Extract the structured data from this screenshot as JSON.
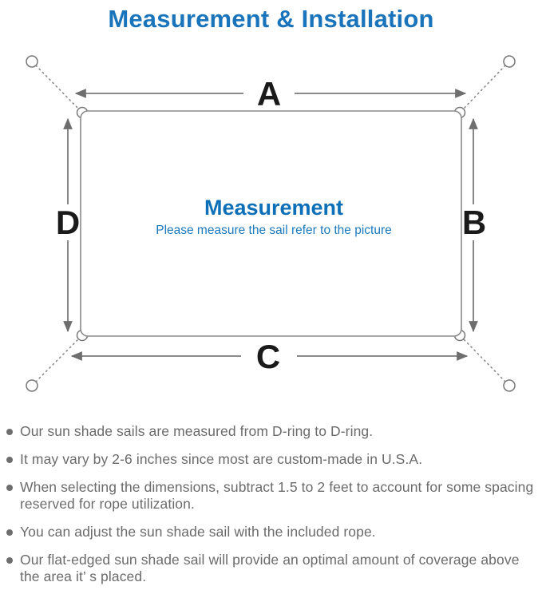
{
  "page_title": "Measurement & Installation",
  "colors": {
    "title_blue": "#1a74bb",
    "center_heading_blue": "#0d6fb7",
    "center_subheading_blue": "#1b79bd",
    "diagram_line_gray": "#7a7a7a",
    "dim_label_black": "#1a1a1a",
    "note_text_gray": "#6b6b6b"
  },
  "diagram": {
    "dim_labels": {
      "top": "A",
      "right": "B",
      "bottom": "C",
      "left": "D"
    },
    "center_heading": "Measurement",
    "center_subheading": "Please measure the sail refer to the picture"
  },
  "notes": [
    {
      "lines": [
        "Our sun shade sails are measured from D-ring to D-ring."
      ]
    },
    {
      "lines": [
        "It may vary by 2-6 inches since most are custom-made in U.S.A."
      ]
    },
    {
      "lines": [
        "When selecting the dimensions, subtract 1.5 to 2 feet to account for some spacing",
        "reserved for rope utilization."
      ]
    },
    {
      "lines": [
        "You can adjust the sun shade sail with the included rope."
      ]
    },
    {
      "lines": [
        "Our flat-edged sun shade sail will provide an optimal amount of coverage above",
        "the area it’ s placed."
      ]
    }
  ]
}
